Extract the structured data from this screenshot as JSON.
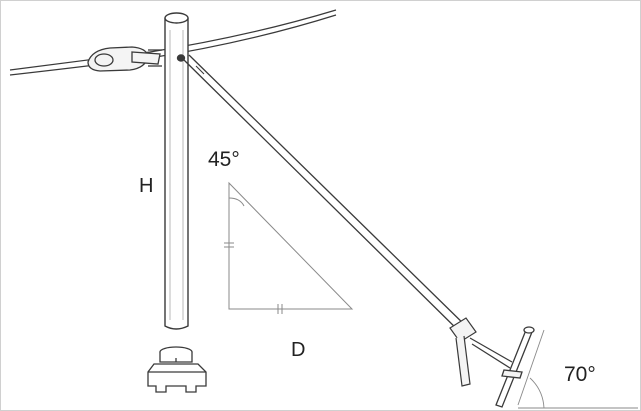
{
  "labels": {
    "height": "H",
    "distance": "D",
    "angle_top": "45°",
    "angle_ground": "70°"
  },
  "colors": {
    "stroke": "#3a3a3a",
    "light_stroke": "#8a8a8a",
    "fill_light": "#f4f4f4",
    "border": "#d0d0d0"
  },
  "icons": [
    "utility-pole",
    "overhead-wire",
    "wire-clamp",
    "support-strut",
    "ground-anchor",
    "pole-base-fitting",
    "right-triangle",
    "equal-length-mark"
  ]
}
